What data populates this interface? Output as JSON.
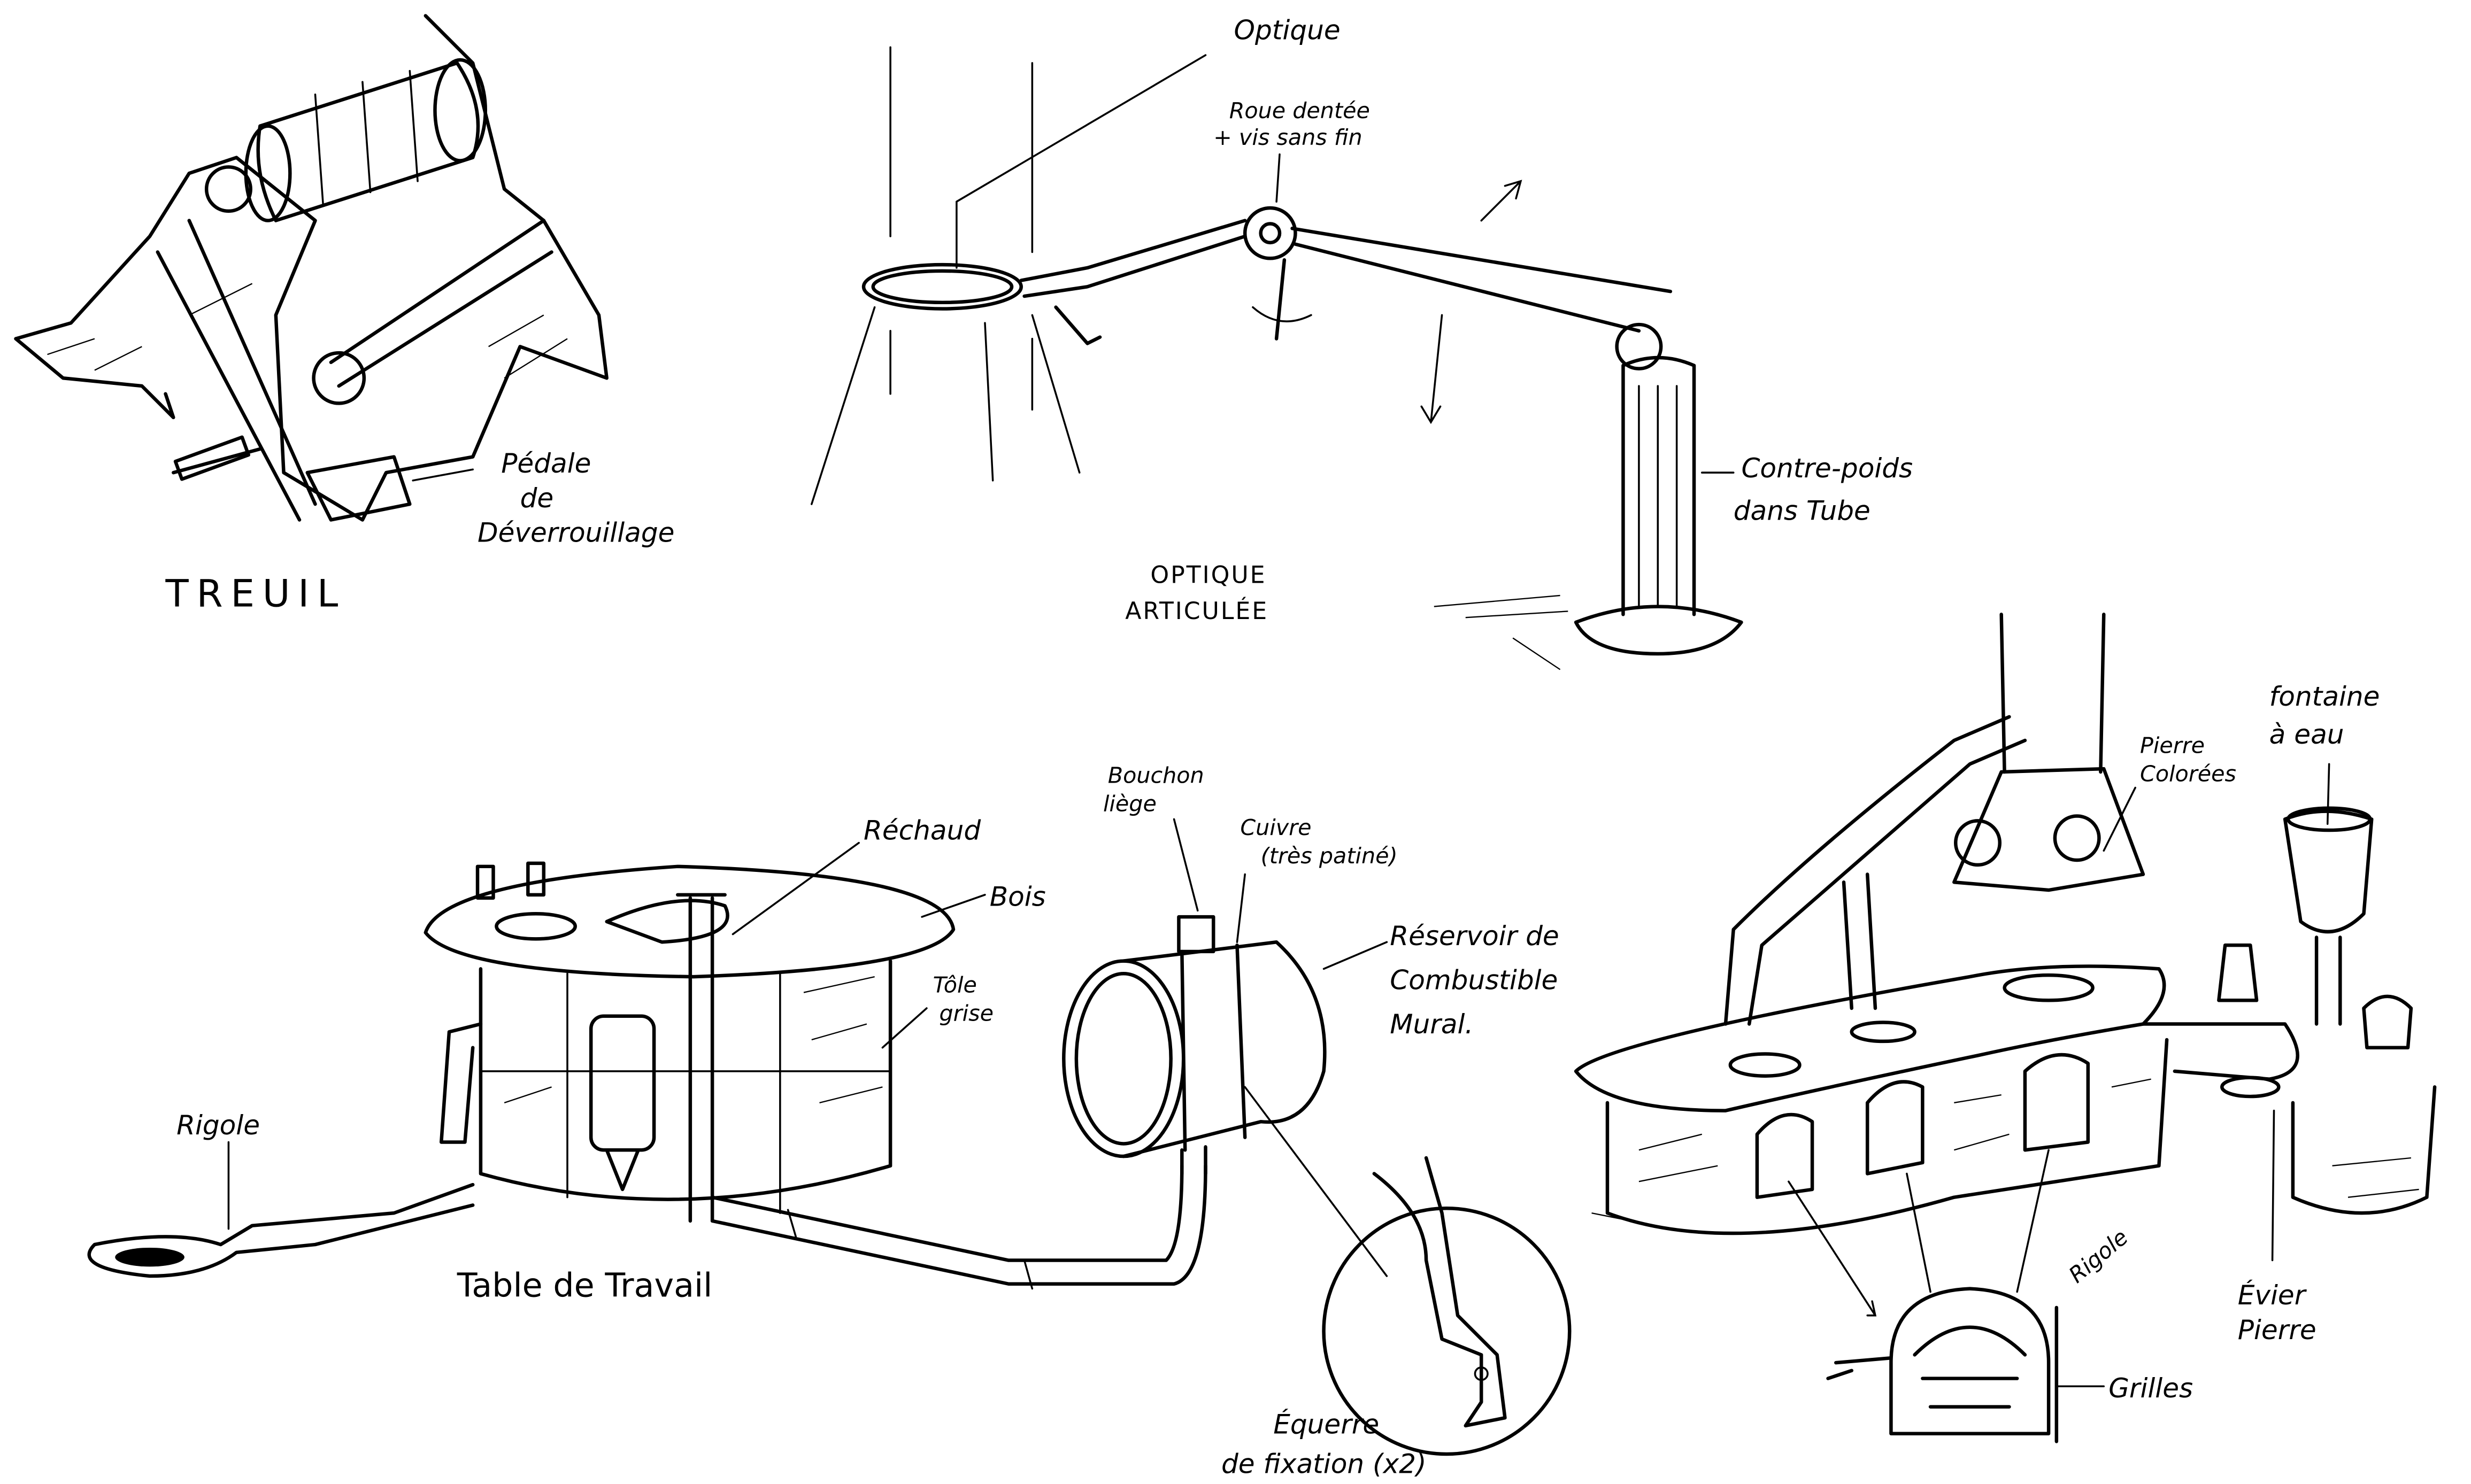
{
  "treuil": {
    "title": "TREUIL",
    "pedale_label": [
      "Pédale",
      "de",
      "Déverrouillage"
    ]
  },
  "optique": {
    "optique_label": "Optique",
    "roue_label": [
      "Roue dentée",
      "+ vis sans fin"
    ],
    "contrepoids_label": [
      "Contre-poids",
      "dans Tube"
    ],
    "title": [
      "OPTIQUE",
      "ARTICULÉE"
    ]
  },
  "table": {
    "rechaud_label": "Réchaud",
    "bois_label": "Bois",
    "tole_label": [
      "Tôle",
      "grise"
    ],
    "rigole_label": "Rigole",
    "title": "Table de Travail"
  },
  "reservoir": {
    "bouchon_label": [
      "Bouchon",
      "liège"
    ],
    "cuivre_label": [
      "Cuivre",
      "(très patiné)"
    ],
    "title": [
      "Réservoir de",
      "Combustible",
      "Mural."
    ],
    "equerre_label": [
      "Équerre",
      "de fixation (x2)"
    ]
  },
  "cuisine": {
    "pierre_label": [
      "Pierre",
      "Colorées"
    ],
    "fontaine_label": [
      "fontaine",
      "à eau"
    ],
    "rigole_label": "Rigole",
    "evier_label": [
      "Évier",
      "Pierre"
    ],
    "grilles_label": "Grilles"
  }
}
